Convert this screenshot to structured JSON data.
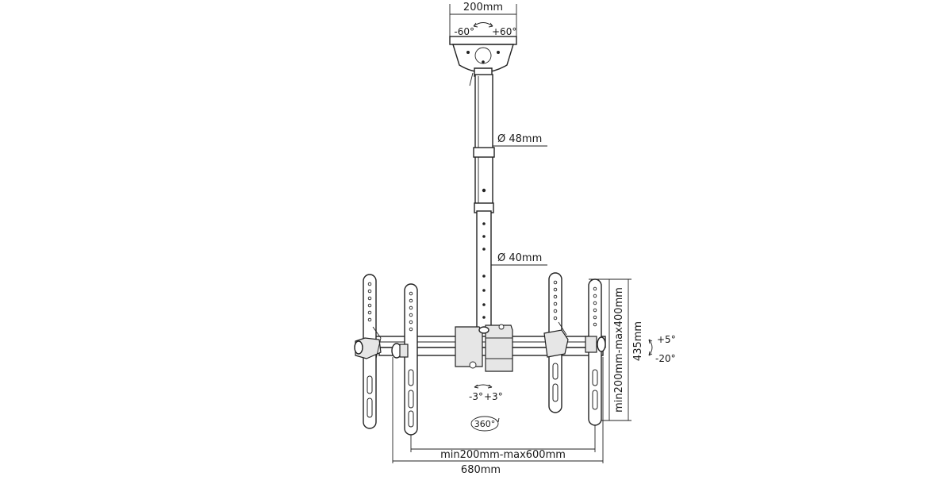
{
  "dimensions": {
    "ceiling_plate_width": "200mm",
    "pole_upper_diameter": "48mm",
    "pole_lower_diameter": "40mm",
    "arm_height_range": "min200mm-max400mm",
    "arm_height_total": "435mm",
    "arm_spacing_range": "min200mm-max600mm",
    "overall_width": "680mm"
  },
  "angles": {
    "plate_swivel_left": "-60°",
    "plate_swivel_right": "+60°",
    "tilt_up": "+5°",
    "tilt_down": "-20°",
    "level_left": "-3°",
    "level_right": "+3°",
    "rotation": "360°"
  },
  "symbols": {
    "diameter": "Ø"
  }
}
